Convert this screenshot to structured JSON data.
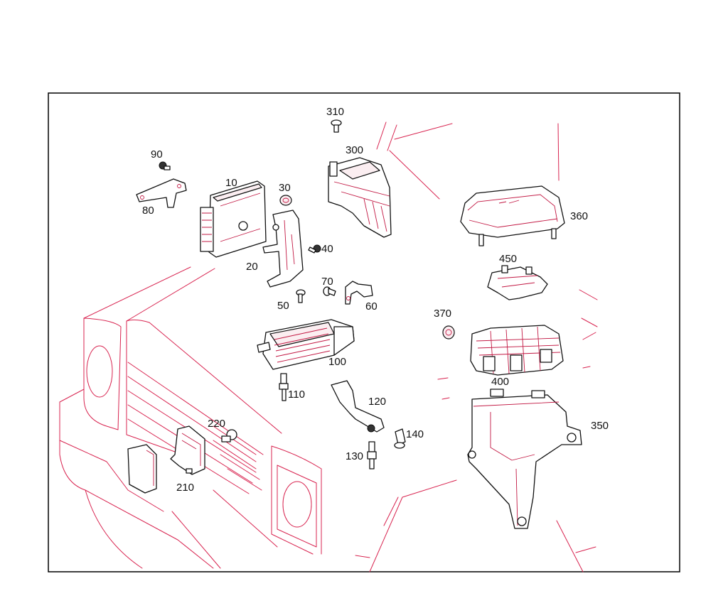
{
  "colors": {
    "outline": "#d8234f",
    "parts": "#111111",
    "frame": "#000000"
  },
  "callouts": [
    {
      "id": "n10",
      "text": "10"
    },
    {
      "id": "n20",
      "text": "20"
    },
    {
      "id": "n30",
      "text": "30"
    },
    {
      "id": "n40",
      "text": "40"
    },
    {
      "id": "n50",
      "text": "50"
    },
    {
      "id": "n60",
      "text": "60"
    },
    {
      "id": "n70",
      "text": "70"
    },
    {
      "id": "n80",
      "text": "80"
    },
    {
      "id": "n90",
      "text": "90"
    },
    {
      "id": "n100",
      "text": "100"
    },
    {
      "id": "n110",
      "text": "110"
    },
    {
      "id": "n120",
      "text": "120"
    },
    {
      "id": "n130",
      "text": "130"
    },
    {
      "id": "n140",
      "text": "140"
    },
    {
      "id": "n210",
      "text": "210"
    },
    {
      "id": "n220",
      "text": "220"
    },
    {
      "id": "n300",
      "text": "300"
    },
    {
      "id": "n310",
      "text": "310"
    },
    {
      "id": "n350",
      "text": "350"
    },
    {
      "id": "n360",
      "text": "360"
    },
    {
      "id": "n370",
      "text": "370"
    },
    {
      "id": "n400",
      "text": "400"
    },
    {
      "id": "n450",
      "text": "450"
    }
  ]
}
